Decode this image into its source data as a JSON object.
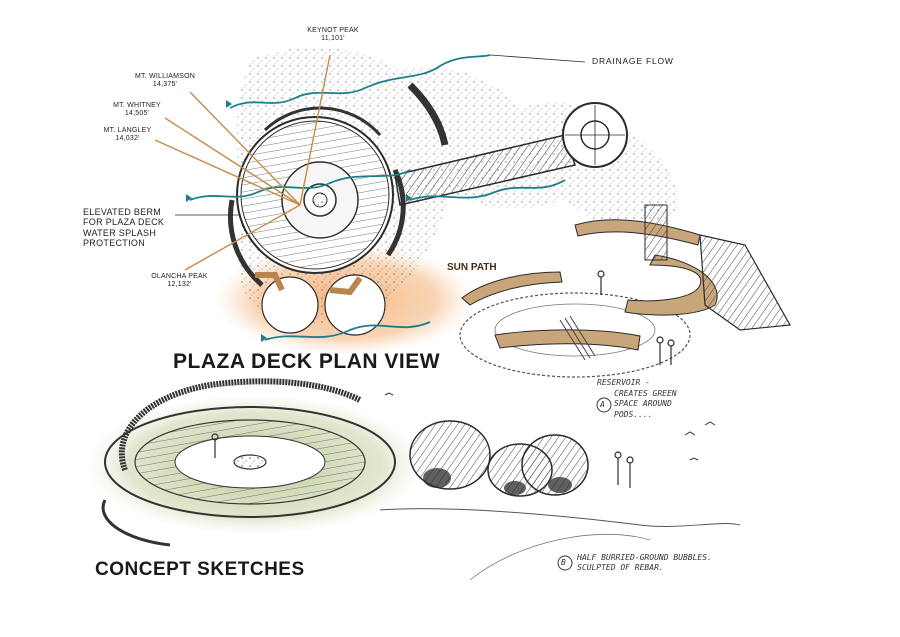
{
  "peaks": [
    {
      "name": "KEYNOT PEAK",
      "elevation": "11,101'"
    },
    {
      "name": "MT. WILLIAMSON",
      "elevation": "14,375'"
    },
    {
      "name": "MT. WHITNEY",
      "elevation": "14,505'"
    },
    {
      "name": "MT. LANGLEY",
      "elevation": "14,032'"
    },
    {
      "name": "OLANCHA PEAK",
      "elevation": "12,132'"
    }
  ],
  "labels": {
    "drainage_flow": "DRAINAGE FLOW",
    "berm_line1": "ELEVATED BERM",
    "berm_line2": "FOR PLAZA DECK",
    "berm_line3": "WATER SPLASH",
    "berm_line4": "PROTECTION",
    "sun_path": "SUN PATH",
    "plan_view_title": "PLAZA DECK PLAN VIEW",
    "concept_title": "CONCEPT SKETCHES",
    "note_a_marker": "A",
    "note_a_line1": "RESERVOIR -",
    "note_a_line2": "CREATES GREEN",
    "note_a_line3": "SPACE AROUND",
    "note_a_line4": "PODS....",
    "note_b_marker": "B",
    "note_b_line1": "HALF BURRIED-GROUND BUBBLES.",
    "note_b_line2": "SCULPTED OF REBAR."
  },
  "colors": {
    "sun_glow": "#f4b27a",
    "grass_glow": "#b9c98f",
    "water": "#1e7f8a",
    "peak_line": "#c98a4a",
    "wood": "#c9a57a",
    "ink": "#2b2b2b"
  }
}
